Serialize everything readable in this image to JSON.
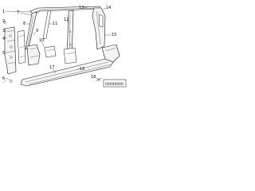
{
  "diagram": {
    "callouts": [
      "1",
      "2",
      "3",
      "4",
      "5",
      "6",
      "7",
      "8",
      "9",
      "10",
      "11",
      "12",
      "13",
      "14",
      "15",
      "16",
      "17",
      "18"
    ],
    "reference_code": "00000000"
  }
}
